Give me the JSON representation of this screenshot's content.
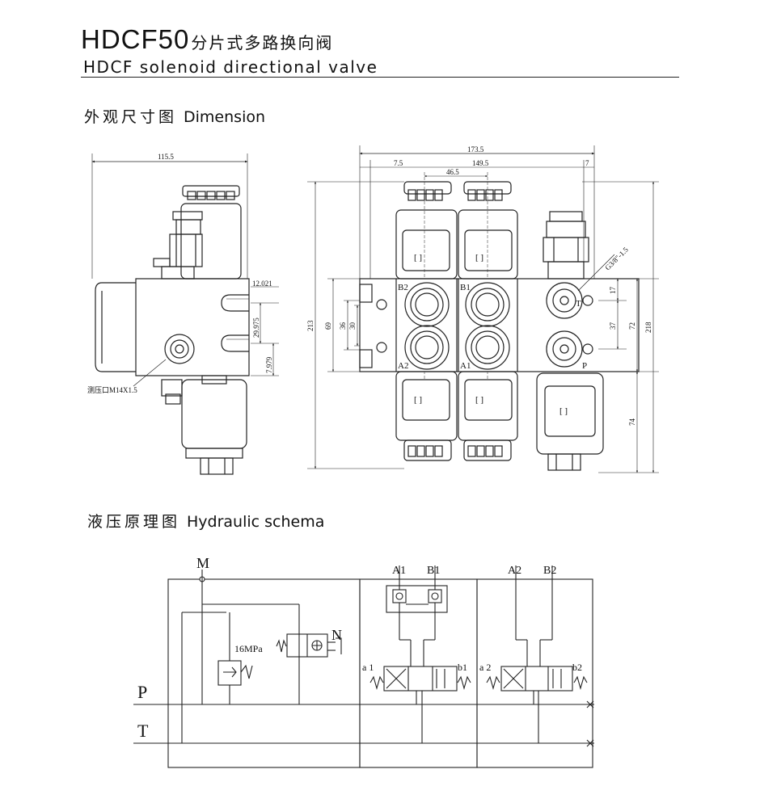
{
  "header": {
    "model": "HDCF50",
    "title_cn": "分片式多路换向阀",
    "title_en": "HDCF solenoid directional valve"
  },
  "dimension_section": {
    "title_cn": "外观尺寸图",
    "title_en": "Dimension",
    "dims": {
      "side_width": "115.5",
      "port_offset": "12.021",
      "port_spacing": "29.975",
      "port_bottom": "7.979",
      "gauge_port": "测压口M14X1.5",
      "total_width": "173.5",
      "left_margin": "7.5",
      "span": "149.5",
      "right_margin": "7",
      "port_pitch": "46.5",
      "thread": "G3/8\"-1.5",
      "body_h1": "69",
      "body_h2": "36",
      "body_h3": "30",
      "total_height": "213",
      "r17": "17",
      "r37": "37",
      "r72": "72",
      "r218": "218",
      "r74": "74"
    },
    "port_labels": {
      "b2": "B2",
      "b1": "B1",
      "a2": "A2",
      "a1": "A1",
      "t": "T",
      "p": "P"
    }
  },
  "schema_section": {
    "title_cn": "液压原理图",
    "title_en": "Hydraulic schema",
    "labels": {
      "m": "M",
      "pressure": "16MPa",
      "n": "N",
      "p": "P",
      "t": "T",
      "a1": "A1",
      "b1": "B1",
      "a2": "A2",
      "b2": "B2",
      "sol_a1": "a 1",
      "sol_b1": "b1",
      "sol_a2": "a 2",
      "sol_b2": "b2"
    }
  }
}
